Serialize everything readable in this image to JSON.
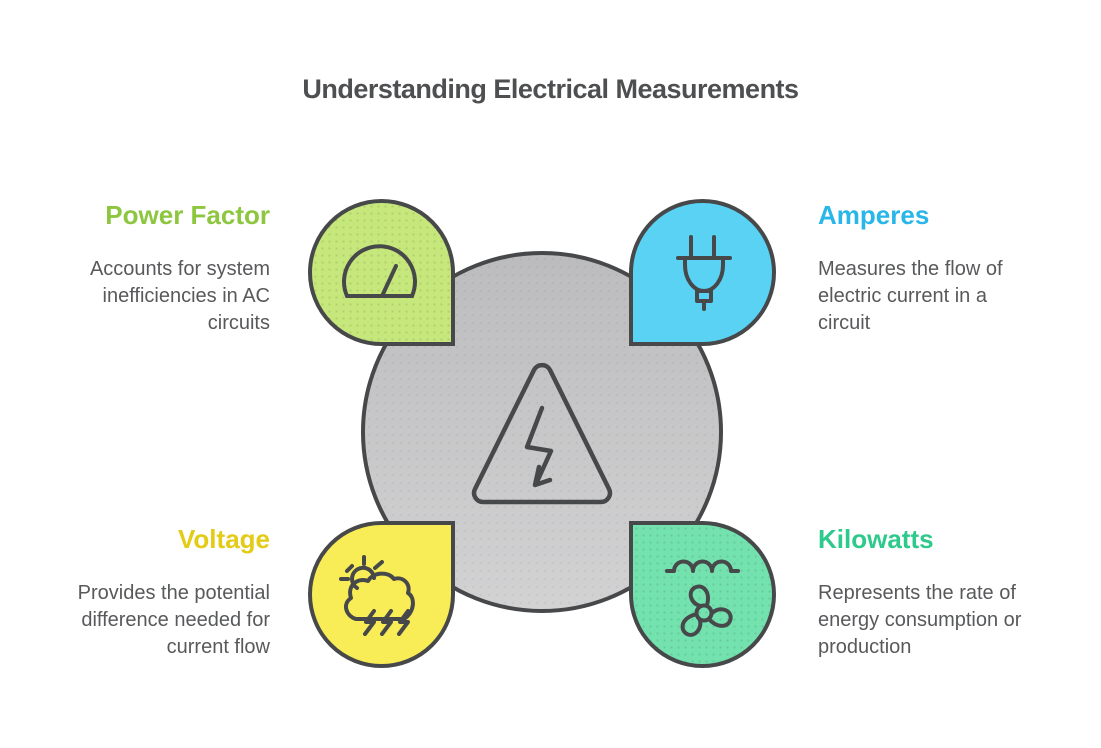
{
  "title": "Understanding Electrical Measurements",
  "theme": {
    "background": "#ffffff",
    "outline": "#47484a",
    "title_color": "#4e4f51",
    "body_text_color": "#58595b",
    "center_circle_fill_top": "#bcbcbe",
    "center_circle_fill_bottom": "#d2d2d3"
  },
  "center": {
    "icon": "high-voltage-warning-icon"
  },
  "items": [
    {
      "id": "power-factor",
      "label": "Power Factor",
      "heading_color": "#8dc63f",
      "shape_fill": "#c6e77b",
      "icon": "gauge-icon",
      "description": "Accounts for system inefficiencies in AC circuits",
      "lines": [
        "Accounts for system",
        "inefficiencies in AC",
        "circuits"
      ]
    },
    {
      "id": "amperes",
      "label": "Amperes",
      "heading_color": "#29b6e8",
      "shape_fill": "#5ad2f4",
      "icon": "plug-icon",
      "description": "Measures the flow of electric current in a circuit",
      "lines": [
        "Measures the flow of",
        "electric current in a",
        "circuit"
      ]
    },
    {
      "id": "voltage",
      "label": "Voltage",
      "heading_color": "#e3cb16",
      "shape_fill": "#f8ed56",
      "icon": "storm-cloud-icon",
      "description": "Provides the potential difference needed for current flow",
      "lines": [
        "Provides the potential",
        "difference needed for",
        "current flow"
      ]
    },
    {
      "id": "kilowatts",
      "label": "Kilowatts",
      "heading_color": "#2eca8b",
      "shape_fill": "#73e2ae",
      "icon": "fan-icon",
      "description": "Represents the rate of energy consumption or production",
      "lines": [
        "Represents the rate of",
        "energy consumption or",
        "production"
      ]
    }
  ]
}
